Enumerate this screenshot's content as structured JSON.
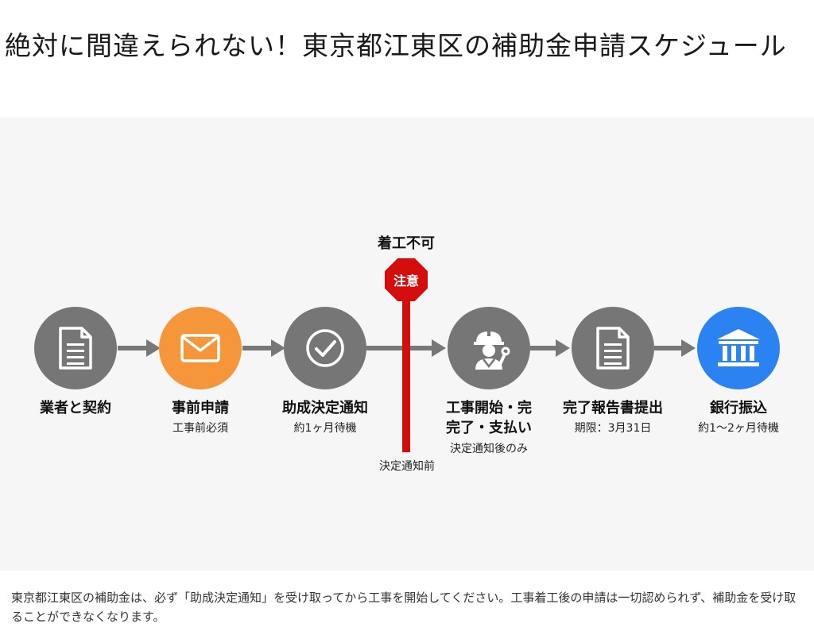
{
  "title": "絶対に間違えられない！東京都江東区の補助金申請スケジュール",
  "diagram": {
    "steps": [
      {
        "label": "業者と契約",
        "sub": "",
        "icon": "document-icon"
      },
      {
        "label": "事前申請",
        "sub": "工事前必須",
        "icon": "envelope-icon"
      },
      {
        "label": "助成決定通知",
        "sub": "約1ヶ月待機",
        "icon": "checkmark-icon"
      },
      {
        "label": "工事開始・完\n完了・支払い",
        "sub": "決定通知後のみ",
        "icon": "worker-icon"
      },
      {
        "label": "完了報告書提出",
        "sub": "期限：3月31日",
        "icon": "document-icon"
      },
      {
        "label": "銀行振込",
        "sub": "約1〜2ヶ月待機",
        "icon": "bank-icon"
      }
    ],
    "warning": {
      "title": "着工不可",
      "sign": "注意",
      "note": "決定通知前"
    },
    "colors": {
      "gray": "#767676",
      "orange": "#f6963a",
      "blue": "#2a83f0",
      "red": "#d40d0d"
    }
  },
  "body_text": "東京都江東区の補助金は、必ず「助成決定通知」を受け取ってから工事を開始してください。工事着工後の申請は一切認められず、補助金を受け取ることができなくなります。"
}
